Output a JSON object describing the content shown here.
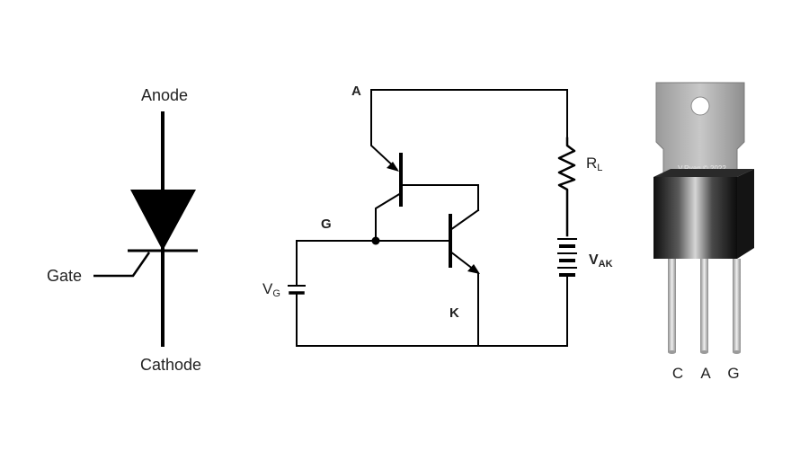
{
  "symbol": {
    "anode_label": "Anode",
    "gate_label": "Gate",
    "cathode_label": "Cathode"
  },
  "circuit": {
    "anode_node": "A",
    "gate_node": "G",
    "cathode_node": "K",
    "gate_voltage": {
      "main": "V",
      "sub": "G"
    },
    "load_resistor": {
      "main": "R",
      "sub": "L"
    },
    "anode_cathode_voltage": {
      "main": "V",
      "sub": "AK"
    }
  },
  "package": {
    "credit": "V.Ryan © 2022",
    "pins": [
      "C",
      "A",
      "G"
    ]
  },
  "colors": {
    "line": "#000000",
    "text": "#222222",
    "tab_metal": "#b3b3b3",
    "body_dark": "#1c1c1c"
  }
}
